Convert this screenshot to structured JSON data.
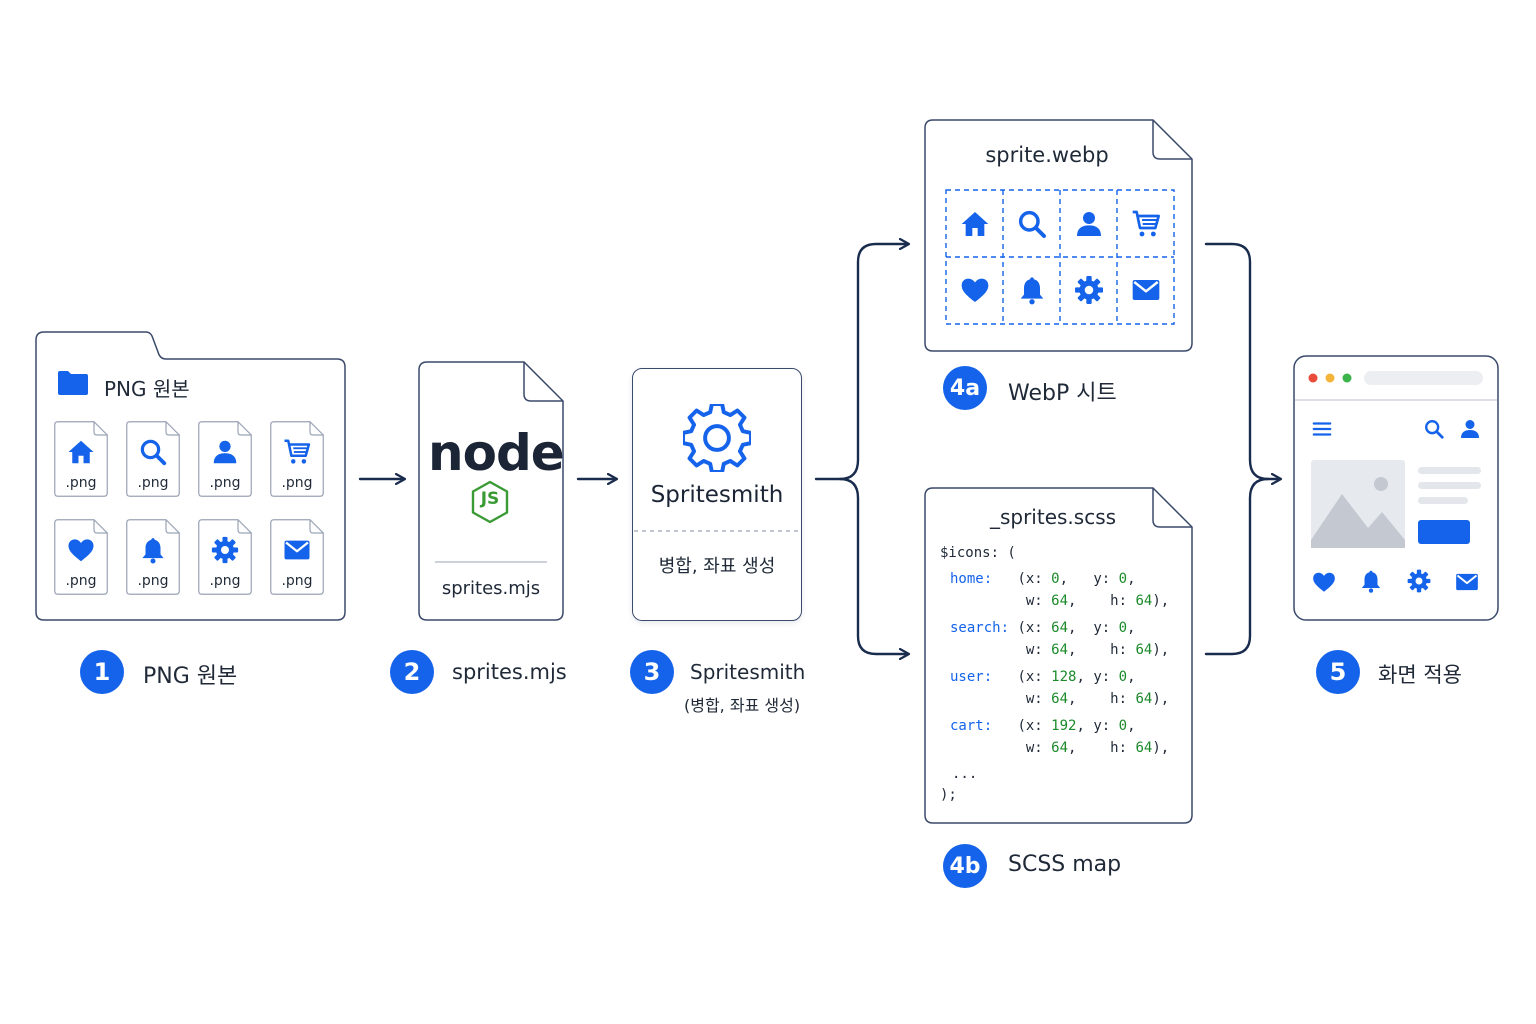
{
  "colors": {
    "accent": "#1463ea",
    "stroke": "#3a4a6b",
    "node_green": "#3a9b35",
    "number_green": "#1a8a2a"
  },
  "step1": {
    "badge": "1",
    "label": "PNG 원본",
    "folder_title": "PNG 원본",
    "files": [
      {
        "icon": "home-icon",
        "ext": ".png"
      },
      {
        "icon": "search-icon",
        "ext": ".png"
      },
      {
        "icon": "user-icon",
        "ext": ".png"
      },
      {
        "icon": "cart-icon",
        "ext": ".png"
      },
      {
        "icon": "heart-icon",
        "ext": ".png"
      },
      {
        "icon": "bell-icon",
        "ext": ".png"
      },
      {
        "icon": "gear-icon",
        "ext": ".png"
      },
      {
        "icon": "mail-icon",
        "ext": ".png"
      }
    ]
  },
  "step2": {
    "badge": "2",
    "label": "sprites.mjs",
    "file_name": "sprites.mjs",
    "logo_word": "node",
    "logo_js": "JS"
  },
  "step3": {
    "badge": "3",
    "label": "Spritesmith",
    "sublabel": "(병합, 좌표 생성)",
    "card_title": "Spritesmith",
    "card_desc": "병합, 좌표 생성"
  },
  "step4a": {
    "badge": "4a",
    "label": "WebP 시트",
    "file_name": "sprite.webp",
    "grid_icons": [
      "home-icon",
      "search-icon",
      "user-icon",
      "cart-icon",
      "heart-icon",
      "bell-icon",
      "gear-icon",
      "mail-icon"
    ]
  },
  "step4b": {
    "badge": "4b",
    "label": "SCSS map",
    "file_name": "_sprites.scss",
    "code_open": "$icons: (",
    "entries": [
      {
        "key": "home:",
        "x": "0",
        "y": "0",
        "w": "64",
        "h": "64"
      },
      {
        "key": "search:",
        "x": "64",
        "y": "0",
        "w": "64",
        "h": "64"
      },
      {
        "key": "user:",
        "x": "128",
        "y": "0",
        "w": "64",
        "h": "64"
      },
      {
        "key": "cart:",
        "x": "192",
        "y": "0",
        "w": "64",
        "h": "64"
      }
    ],
    "ellipsis": "...",
    "code_close": ");"
  },
  "step5": {
    "badge": "5",
    "label": "화면 적용",
    "toolbar_icons": [
      "hamburger-icon",
      "search-icon",
      "user-icon"
    ],
    "bottom_icons": [
      "heart-icon",
      "bell-icon",
      "gear-icon",
      "mail-icon"
    ]
  }
}
